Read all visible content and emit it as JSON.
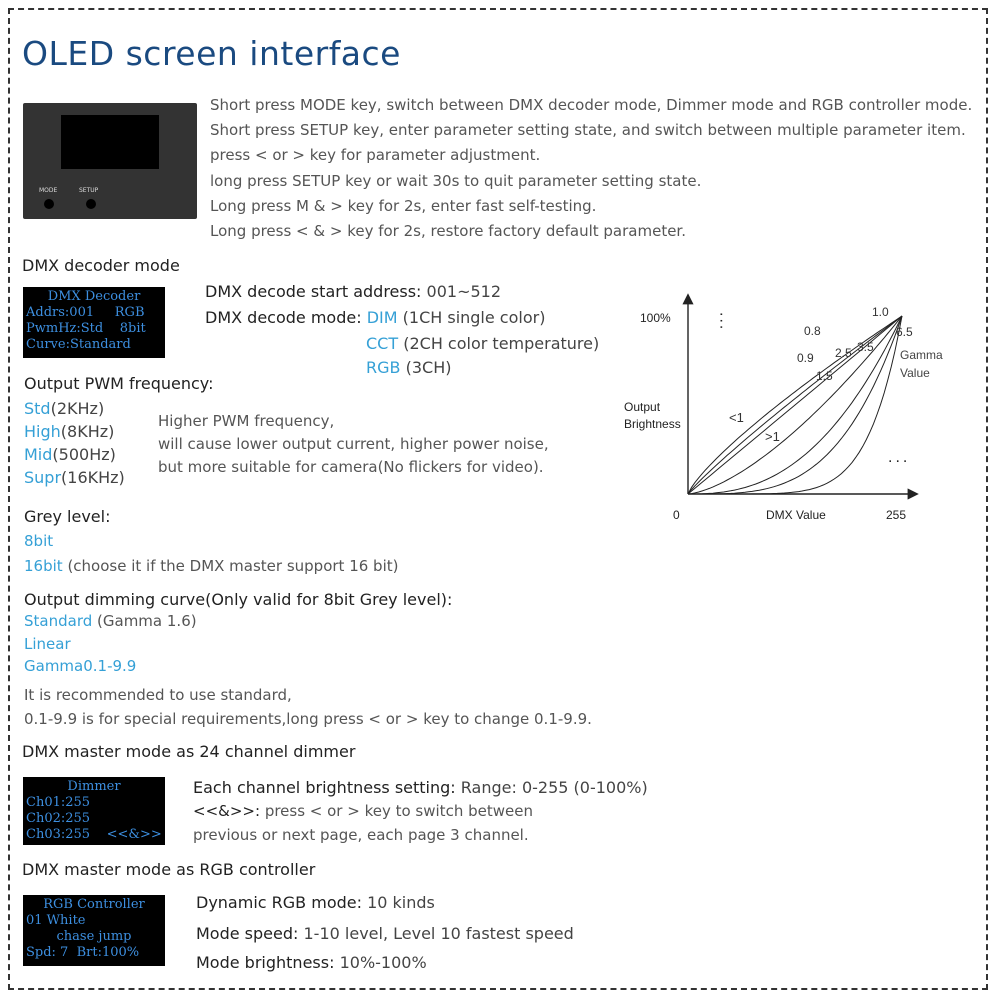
{
  "title": "OLED screen interface",
  "intro": {
    "device_labels": [
      "MODE",
      "SETUP"
    ],
    "lines": [
      "Short press MODE key, switch between DMX decoder mode, Dimmer mode and RGB controller mode.",
      "Short press SETUP key, enter parameter setting state, and switch between multiple parameter item.",
      "press < or > key for parameter adjustment.",
      "long press SETUP key or wait 30s to quit parameter setting state.",
      "Long press M & > key for 2s, enter fast self-testing.",
      "Long press < & > key for 2s, restore factory default parameter."
    ]
  },
  "decoder": {
    "heading": "DMX decoder mode",
    "oled": {
      "title": "DMX Decoder",
      "line1": "Addrs:001     RGB",
      "line2": "PwmHz:Std    8bit",
      "line3": "Curve:Standard"
    },
    "addr_label": "DMX decode start address:",
    "addr_value": "001~512",
    "mode_label": "DMX decode mode:",
    "modes": [
      {
        "key": "DIM",
        "desc": "(1CH single color)"
      },
      {
        "key": "CCT",
        "desc": "(2CH color temperature)"
      },
      {
        "key": "RGB",
        "desc": "(3CH)"
      }
    ]
  },
  "pwm": {
    "heading": "Output PWM frequency:",
    "options": [
      {
        "key": "Std",
        "desc": "(2KHz)"
      },
      {
        "key": "High",
        "desc": "(8KHz)"
      },
      {
        "key": "Mid",
        "desc": "(500Hz)"
      },
      {
        "key": "Supr",
        "desc": "(16KHz)"
      }
    ],
    "note": [
      "Higher PWM frequency,",
      "will cause lower output current, higher power noise,",
      "but more suitable for camera(No flickers for video)."
    ]
  },
  "grey": {
    "heading": "Grey level:",
    "opt1": "8bit",
    "opt2": "16bit",
    "opt2_desc": "(choose it if the DMX master support 16 bit)"
  },
  "curve": {
    "heading": "Output dimming curve(Only valid for 8bit Grey level):",
    "opt1": "Standard",
    "opt1_desc": "(Gamma 1.6)",
    "opt2": "Linear",
    "opt3": "Gamma0.1-9.9",
    "note1": "It is recommended to use standard,",
    "note2": "0.1-9.9 is for special requirements,long press < or > key to change 0.1-9.9."
  },
  "dimmer": {
    "heading": "DMX master mode as 24 channel dimmer",
    "oled": {
      "title": "Dimmer",
      "line1": "Ch01:255",
      "line2": "Ch02:255",
      "line3": "Ch03:255    <<&>>"
    },
    "label": "Each channel brightness setting:",
    "range": "Range: 0-255 (0-100%)",
    "key_label": "<<&>>:",
    "key_desc": "press < or > key to switch between",
    "key_desc2": "previous or next page, each page 3 channel."
  },
  "rgb": {
    "heading": "DMX master mode as RGB controller",
    "oled": {
      "title": "RGB Controller",
      "line1": "01 White",
      "line2": "chase jump",
      "line3": "Spd: 7  Brt:100%"
    },
    "rows": [
      {
        "label": "Dynamic RGB mode:",
        "value": "10 kinds"
      },
      {
        "label": "Mode speed:",
        "value": "1-10 level, Level 10 fastest speed"
      },
      {
        "label": "Mode brightness:",
        "value": "10%-100%"
      }
    ]
  },
  "chart_data": {
    "type": "line",
    "title": "",
    "xlabel": "DMX Value",
    "ylabel": "Output Brightness",
    "x_ticks": [
      "0",
      "255"
    ],
    "y_ticks": [
      "100%"
    ],
    "xlim": [
      0,
      255
    ],
    "ylim": [
      0,
      100
    ],
    "legend_title": "Gamma Value",
    "region_labels": [
      "<1",
      ">1"
    ],
    "ellipsis": "...",
    "series": [
      {
        "label": "0.8",
        "gamma": 0.8
      },
      {
        "label": "0.9",
        "gamma": 0.9
      },
      {
        "label": "1.0",
        "gamma": 1.0
      },
      {
        "label": "1.5",
        "gamma": 1.5
      },
      {
        "label": "2.5",
        "gamma": 2.5
      },
      {
        "label": "3.5",
        "gamma": 3.5
      },
      {
        "label": "6.5",
        "gamma": 6.5
      }
    ]
  }
}
